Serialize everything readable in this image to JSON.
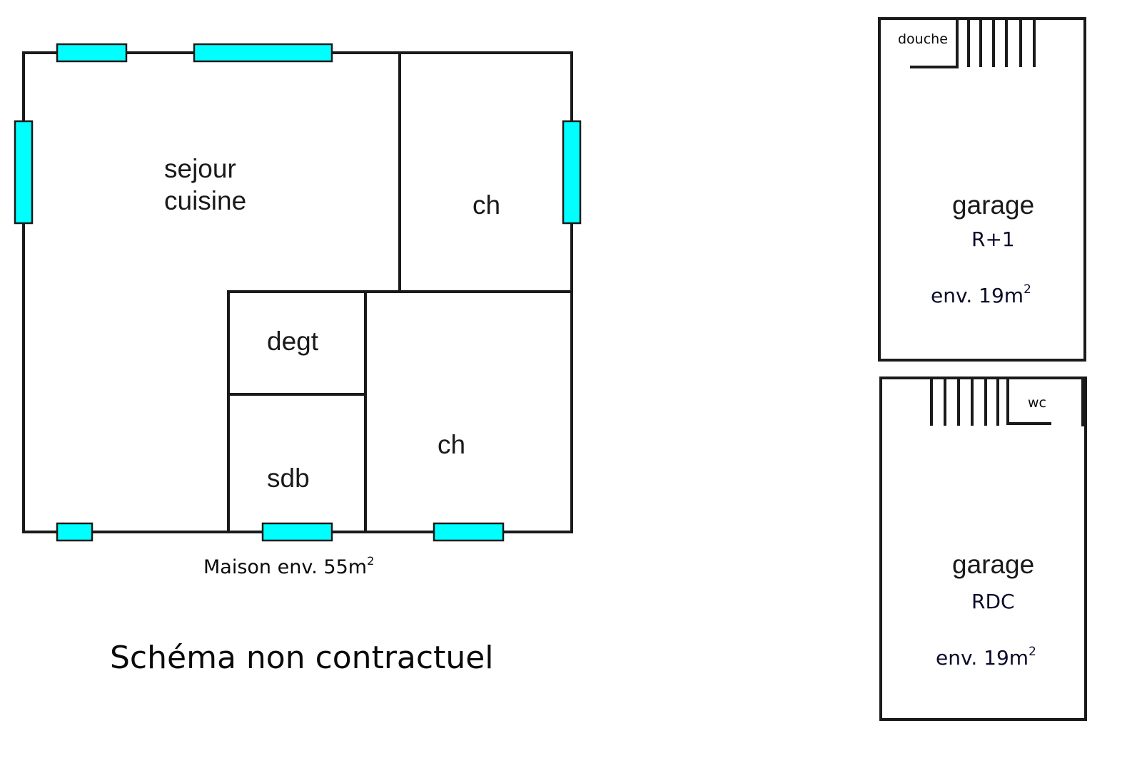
{
  "colors": {
    "wall": "#1a1a1a",
    "window": "#00ffff",
    "text": "#0a0a2a"
  },
  "house": {
    "rooms": {
      "sejour_line1": "sejour",
      "sejour_line2": "cuisine",
      "ch_top": "ch",
      "degt": "degt",
      "sdb": "sdb",
      "ch_bottom": "ch"
    },
    "caption_main": "Maison env. 55m",
    "caption_sup": "2"
  },
  "note": "Schéma non contractuel",
  "garage_top": {
    "douche": "douche",
    "name": "garage",
    "level": "R+1",
    "area_main": "env. 19m",
    "area_sup": "2"
  },
  "garage_bottom": {
    "wc": "wc",
    "name": "garage",
    "level": "RDC",
    "area_main": "env. 19m",
    "area_sup": "2"
  }
}
